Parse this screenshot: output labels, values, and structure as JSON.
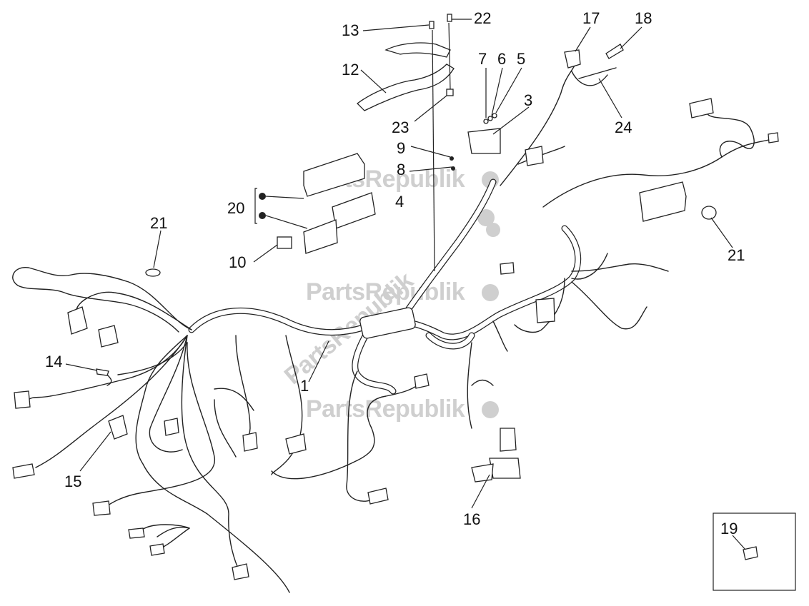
{
  "callouts": [
    "1",
    "3",
    "4",
    "5",
    "6",
    "7",
    "8",
    "9",
    "10",
    "12",
    "13",
    "14",
    "15",
    "16",
    "17",
    "18",
    "19",
    "20",
    "21",
    "21",
    "22",
    "23",
    "24"
  ],
  "watermark": {
    "text": "PartsRepublik",
    "color": "#cfcfcf"
  },
  "line_color": "#222222",
  "background": "#ffffff"
}
